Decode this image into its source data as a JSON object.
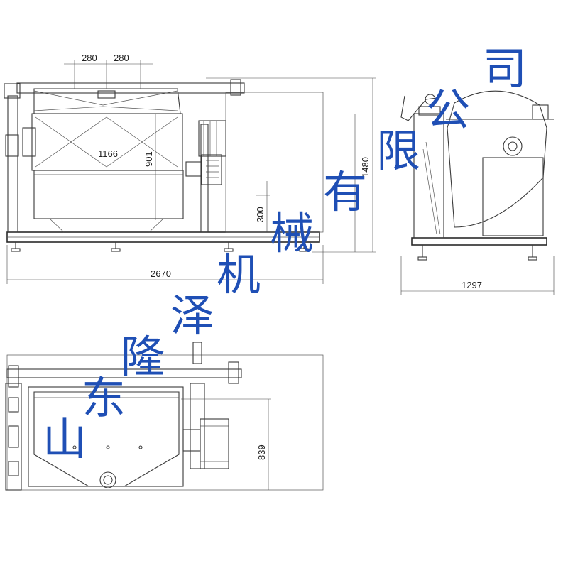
{
  "dimensions": {
    "top_left_spacing": "280",
    "top_right_spacing": "280",
    "tank_length": "1166",
    "tank_height": "901",
    "total_height": "1480",
    "leg_height": "300",
    "total_length": "2670",
    "side_width": "1297",
    "plan_depth": "839"
  },
  "watermark": {
    "characters": [
      "山",
      "东",
      "隆",
      "泽",
      "机",
      "械",
      "有",
      "限",
      "公",
      "司"
    ],
    "color": "#1f4fb5"
  },
  "colors": {
    "line": "#3a3a3a",
    "background": "#ffffff"
  }
}
